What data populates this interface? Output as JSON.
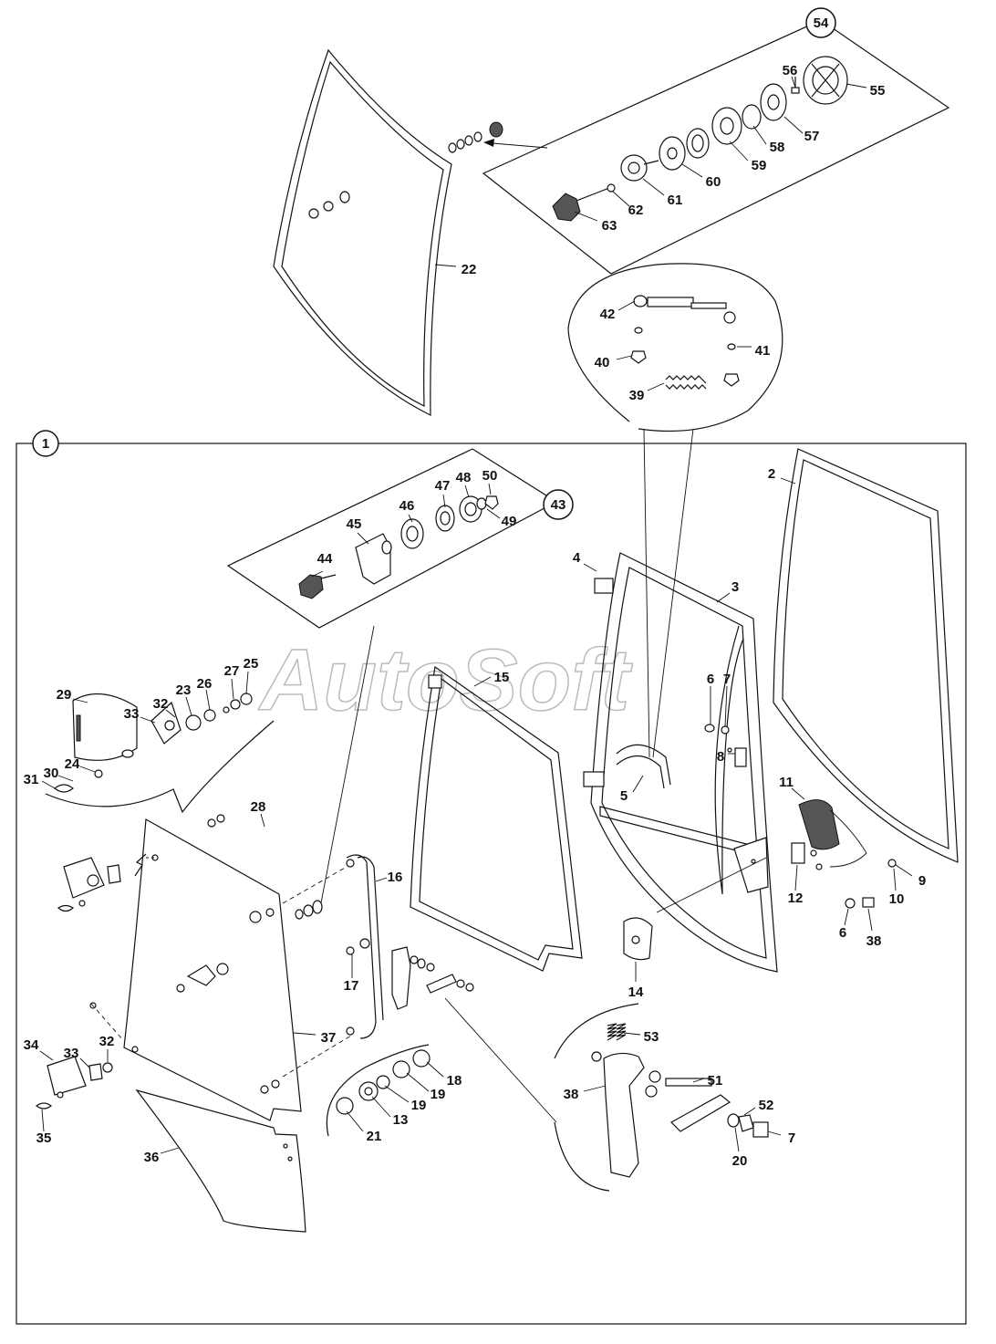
{
  "watermark": "AutoSoft",
  "groups": [
    {
      "key": "g54",
      "label": "54"
    },
    {
      "key": "g43",
      "label": "43"
    },
    {
      "key": "g1",
      "label": "1"
    }
  ],
  "callouts": [
    {
      "t": "55"
    },
    {
      "t": "56"
    },
    {
      "t": "57"
    },
    {
      "t": "58"
    },
    {
      "t": "59"
    },
    {
      "t": "60"
    },
    {
      "t": "61"
    },
    {
      "t": "62"
    },
    {
      "t": "63"
    },
    {
      "t": "22"
    },
    {
      "t": "42"
    },
    {
      "t": "41"
    },
    {
      "t": "40"
    },
    {
      "t": "39"
    },
    {
      "t": "2"
    },
    {
      "t": "3"
    },
    {
      "t": "4"
    },
    {
      "t": "44"
    },
    {
      "t": "45"
    },
    {
      "t": "46"
    },
    {
      "t": "47"
    },
    {
      "t": "48"
    },
    {
      "t": "50"
    },
    {
      "t": "49"
    },
    {
      "t": "15"
    },
    {
      "t": "6"
    },
    {
      "t": "7"
    },
    {
      "t": "8"
    },
    {
      "t": "5"
    },
    {
      "t": "29"
    },
    {
      "t": "33"
    },
    {
      "t": "32"
    },
    {
      "t": "23"
    },
    {
      "t": "26"
    },
    {
      "t": "27"
    },
    {
      "t": "25"
    },
    {
      "t": "24"
    },
    {
      "t": "30"
    },
    {
      "t": "31"
    },
    {
      "t": "28"
    },
    {
      "t": "16"
    },
    {
      "t": "17"
    },
    {
      "t": "14"
    },
    {
      "t": "11"
    },
    {
      "t": "12"
    },
    {
      "t": "9"
    },
    {
      "t": "10"
    },
    {
      "t": "6"
    },
    {
      "t": "38"
    },
    {
      "t": "37"
    },
    {
      "t": "34"
    },
    {
      "t": "33"
    },
    {
      "t": "32"
    },
    {
      "t": "35"
    },
    {
      "t": "36"
    },
    {
      "t": "18"
    },
    {
      "t": "19"
    },
    {
      "t": "19"
    },
    {
      "t": "13"
    },
    {
      "t": "21"
    },
    {
      "t": "53"
    },
    {
      "t": "38"
    },
    {
      "t": "51"
    },
    {
      "t": "52"
    },
    {
      "t": "7"
    },
    {
      "t": "20"
    }
  ]
}
